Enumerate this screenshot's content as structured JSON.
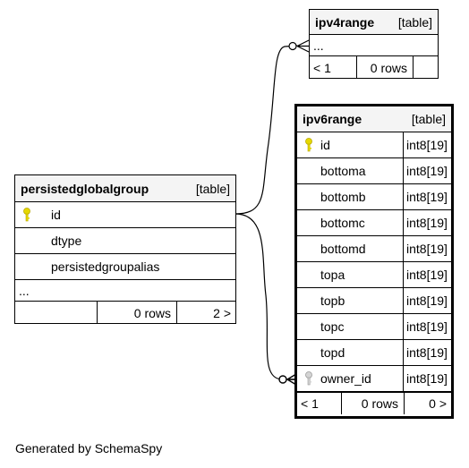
{
  "tables": {
    "ipv4range": {
      "name": "ipv4range",
      "kind": "[table]",
      "ellipsis": "...",
      "footer": {
        "left": "< 1",
        "mid": "0 rows",
        "right": ""
      }
    },
    "ipv6range": {
      "name": "ipv6range",
      "kind": "[table]",
      "columns": [
        {
          "name": "id",
          "type": "int8[19]",
          "key": "primary"
        },
        {
          "name": "bottoma",
          "type": "int8[19]",
          "key": ""
        },
        {
          "name": "bottomb",
          "type": "int8[19]",
          "key": ""
        },
        {
          "name": "bottomc",
          "type": "int8[19]",
          "key": ""
        },
        {
          "name": "bottomd",
          "type": "int8[19]",
          "key": ""
        },
        {
          "name": "topa",
          "type": "int8[19]",
          "key": ""
        },
        {
          "name": "topb",
          "type": "int8[19]",
          "key": ""
        },
        {
          "name": "topc",
          "type": "int8[19]",
          "key": ""
        },
        {
          "name": "topd",
          "type": "int8[19]",
          "key": ""
        },
        {
          "name": "owner_id",
          "type": "int8[19]",
          "key": "foreign"
        }
      ],
      "footer": {
        "left": "< 1",
        "mid": "0 rows",
        "right": "0 >"
      }
    },
    "persistedglobalgroup": {
      "name": "persistedglobalgroup",
      "kind": "[table]",
      "columns": [
        {
          "name": "id",
          "key": "primary"
        },
        {
          "name": "dtype",
          "key": ""
        },
        {
          "name": "persistedgroupalias",
          "key": ""
        }
      ],
      "ellipsis": "...",
      "footer": {
        "left": "",
        "mid": "0 rows",
        "right": "2 >"
      }
    }
  },
  "colors": {
    "primary_key": "#e6d800",
    "foreign_key": "#b0b0b0",
    "header_bg": "#f4f4f4"
  },
  "footer_text": "Generated by SchemaSpy"
}
